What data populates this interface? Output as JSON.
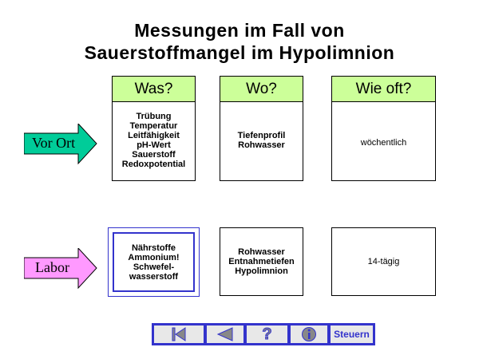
{
  "title": [
    "Messungen im Fall von",
    "Sauerstoffmangel im Hypolimnion"
  ],
  "headers": {
    "was": "Was?",
    "wo": "Wo?",
    "wie_oft": "Wie oft?"
  },
  "rows": [
    {
      "label": "Vor Ort",
      "color": "#00cc99",
      "was": [
        "Trübung",
        "Temperatur",
        "Leitfähigkeit",
        "pH-Wert",
        "Sauerstoff",
        "Redoxpotential"
      ],
      "wo": [
        "Tiefenprofil",
        "Rohwasser"
      ],
      "wie_oft": "wöchentlich"
    },
    {
      "label": "Labor",
      "color": "#ff99ff",
      "was": [
        "Nährstoffe",
        "Ammonium!",
        "Schwefel-",
        "wasserstoff"
      ],
      "wo": [
        "Rohwasser",
        "Entnahmetiefen",
        "Hypolimnion"
      ],
      "wie_oft": "14-tägig"
    }
  ],
  "nav": {
    "steuern": "Steuern"
  }
}
